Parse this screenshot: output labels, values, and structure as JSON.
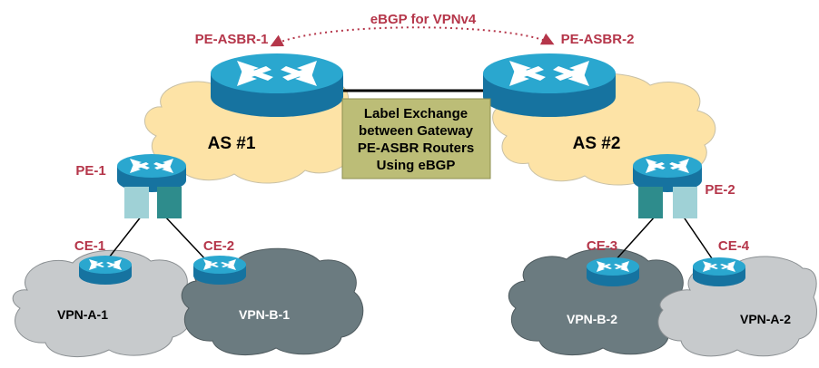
{
  "ebgp_label": "eBGP for VPNv4",
  "routers": {
    "pe_asbr_1": "PE-ASBR-1",
    "pe_asbr_2": "PE-ASBR-2",
    "pe_1": "PE-1",
    "pe_2": "PE-2",
    "ce_1": "CE-1",
    "ce_2": "CE-2",
    "ce_3": "CE-3",
    "ce_4": "CE-4"
  },
  "as_labels": {
    "as1": "AS #1",
    "as2": "AS #2"
  },
  "vpns": {
    "vpn_a_1": "VPN-A-1",
    "vpn_b_1": "VPN-B-1",
    "vpn_b_2": "VPN-B-2",
    "vpn_a_2": "VPN-A-2"
  },
  "label_box": {
    "line1": "Label Exchange",
    "line2": "between Gateway",
    "line3": "PE-ASBR Routers",
    "line4": "Using eBGP"
  },
  "colors": {
    "label_red": "#b5364a",
    "as_cloud": "#fde3a6",
    "light_vpn_cloud": "#c7cacc",
    "dark_vpn_cloud": "#6b7b80",
    "router_top": "#2aa7cf",
    "router_side": "#1673a0",
    "box_fill": "#bcbd77",
    "vrf_light": "#9fd1d6",
    "vrf_dark": "#2e8c8c"
  },
  "icons": [
    "router-icon",
    "cloud-shape",
    "vrf-block"
  ]
}
